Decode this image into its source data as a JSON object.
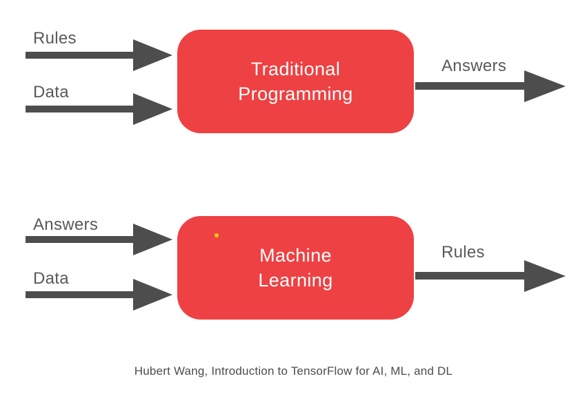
{
  "colors": {
    "box_red": "#ee4143",
    "arrow_gray": "#4d4d4d",
    "label_gray": "#58595c",
    "caption_gray": "#4c4c4f",
    "dot_yellow": "#f6cf06",
    "background": "#ffffff",
    "box_text": "#ffffff"
  },
  "flows": [
    {
      "id": "traditional-programming",
      "inputs": [
        {
          "label": "Rules"
        },
        {
          "label": "Data"
        }
      ],
      "box": {
        "line1": "Traditional",
        "line2": "Programming"
      },
      "output": {
        "label": "Answers"
      }
    },
    {
      "id": "machine-learning",
      "inputs": [
        {
          "label": "Answers"
        },
        {
          "label": "Data"
        }
      ],
      "box": {
        "line1": "Machine",
        "line2": "Learning"
      },
      "output": {
        "label": "Rules"
      }
    }
  ],
  "caption": "Hubert Wang, Introduction to TensorFlow for AI, ML, and DL"
}
